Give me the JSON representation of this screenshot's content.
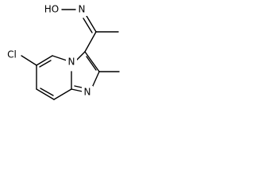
{
  "structure": {
    "labels": {
      "oxime_hydroxyl": "HO",
      "oxime_nitrogen": "N",
      "chlorine": "Cl",
      "bridgehead_nitrogen": "N",
      "imidazole_nitrogen": "N"
    }
  }
}
